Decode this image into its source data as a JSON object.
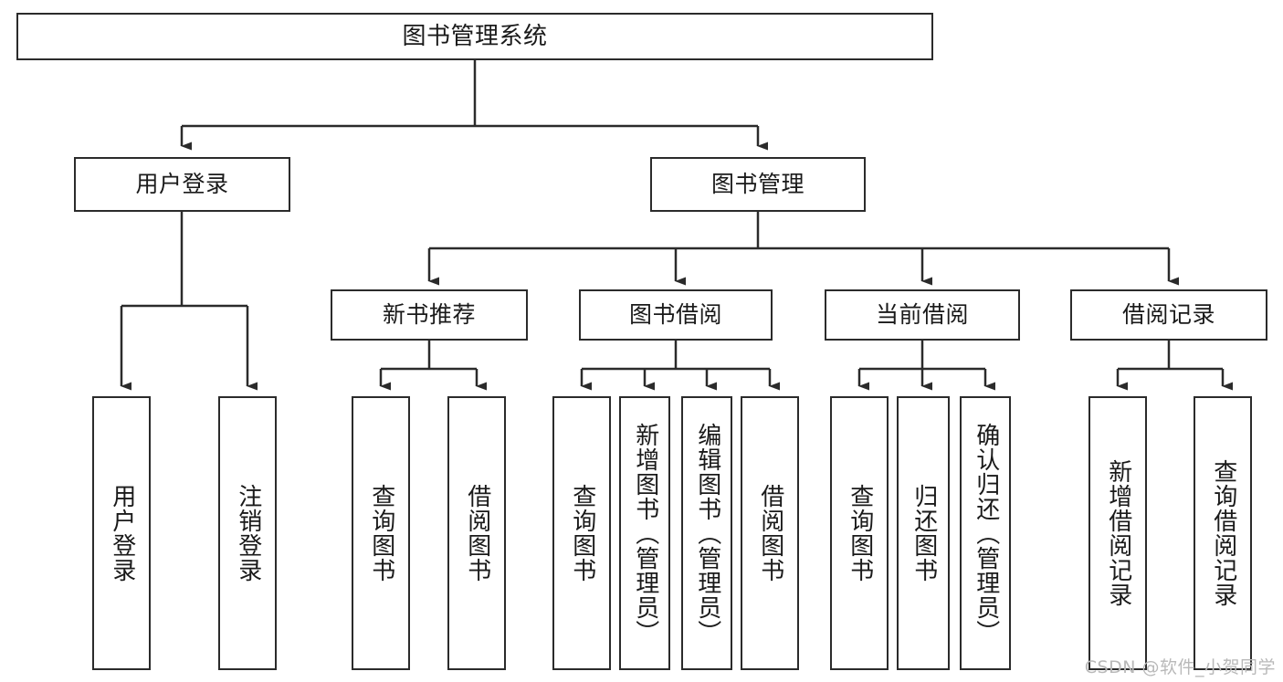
{
  "diagram": {
    "type": "tree",
    "title": "图书管理系统",
    "orientation": "top-down",
    "colors": {
      "box_border": "#2b2b2b",
      "box_fill": "#ffffff",
      "connector": "#2b2b2b",
      "text": "#1a1a1a",
      "watermark": "#b9b9b9",
      "background": "#ffffff"
    },
    "levels": {
      "root": "图书管理系统",
      "level1": [
        "用户登录",
        "图书管理"
      ],
      "level2": [
        "新书推荐",
        "图书借阅",
        "当前借阅",
        "借阅记录"
      ]
    }
  },
  "nodes": {
    "root": {
      "label": "图书管理系统",
      "orientation": "horizontal"
    },
    "user_login": {
      "label": "用户登录",
      "orientation": "horizontal"
    },
    "book_mgmt": {
      "label": "图书管理",
      "orientation": "horizontal"
    },
    "new_book_rec": {
      "label": "新书推荐",
      "orientation": "horizontal"
    },
    "book_borrow": {
      "label": "图书借阅",
      "orientation": "horizontal"
    },
    "current_borrow": {
      "label": "当前借阅",
      "orientation": "horizontal"
    },
    "borrow_record": {
      "label": "借阅记录",
      "orientation": "horizontal"
    },
    "leaf_user_login": {
      "label": "用户登录",
      "orientation": "vertical"
    },
    "leaf_logout": {
      "label": "注销登录",
      "orientation": "vertical"
    },
    "leaf_query_book_rec": {
      "label": "查询图书",
      "orientation": "vertical"
    },
    "leaf_borrow_book_rec": {
      "label": "借阅图书",
      "orientation": "vertical"
    },
    "leaf_query_book_borrow": {
      "label": "查询图书",
      "orientation": "vertical"
    },
    "leaf_add_book": {
      "label": "新增图书（管理员）",
      "orientation": "vertical"
    },
    "leaf_edit_book": {
      "label": "编辑图书（管理员）",
      "orientation": "vertical"
    },
    "leaf_borrow_book": {
      "label": "借阅图书",
      "orientation": "vertical"
    },
    "leaf_query_book_cur": {
      "label": "查询图书",
      "orientation": "vertical"
    },
    "leaf_return_book": {
      "label": "归还图书",
      "orientation": "vertical"
    },
    "leaf_confirm_return": {
      "label": "确认归还（管理员）",
      "orientation": "vertical"
    },
    "leaf_add_record": {
      "label": "新增借阅记录",
      "orientation": "vertical"
    },
    "leaf_query_record": {
      "label": "查询借阅记录",
      "orientation": "vertical"
    }
  },
  "watermark": {
    "text": "CSDN @软件_小贺同学"
  }
}
